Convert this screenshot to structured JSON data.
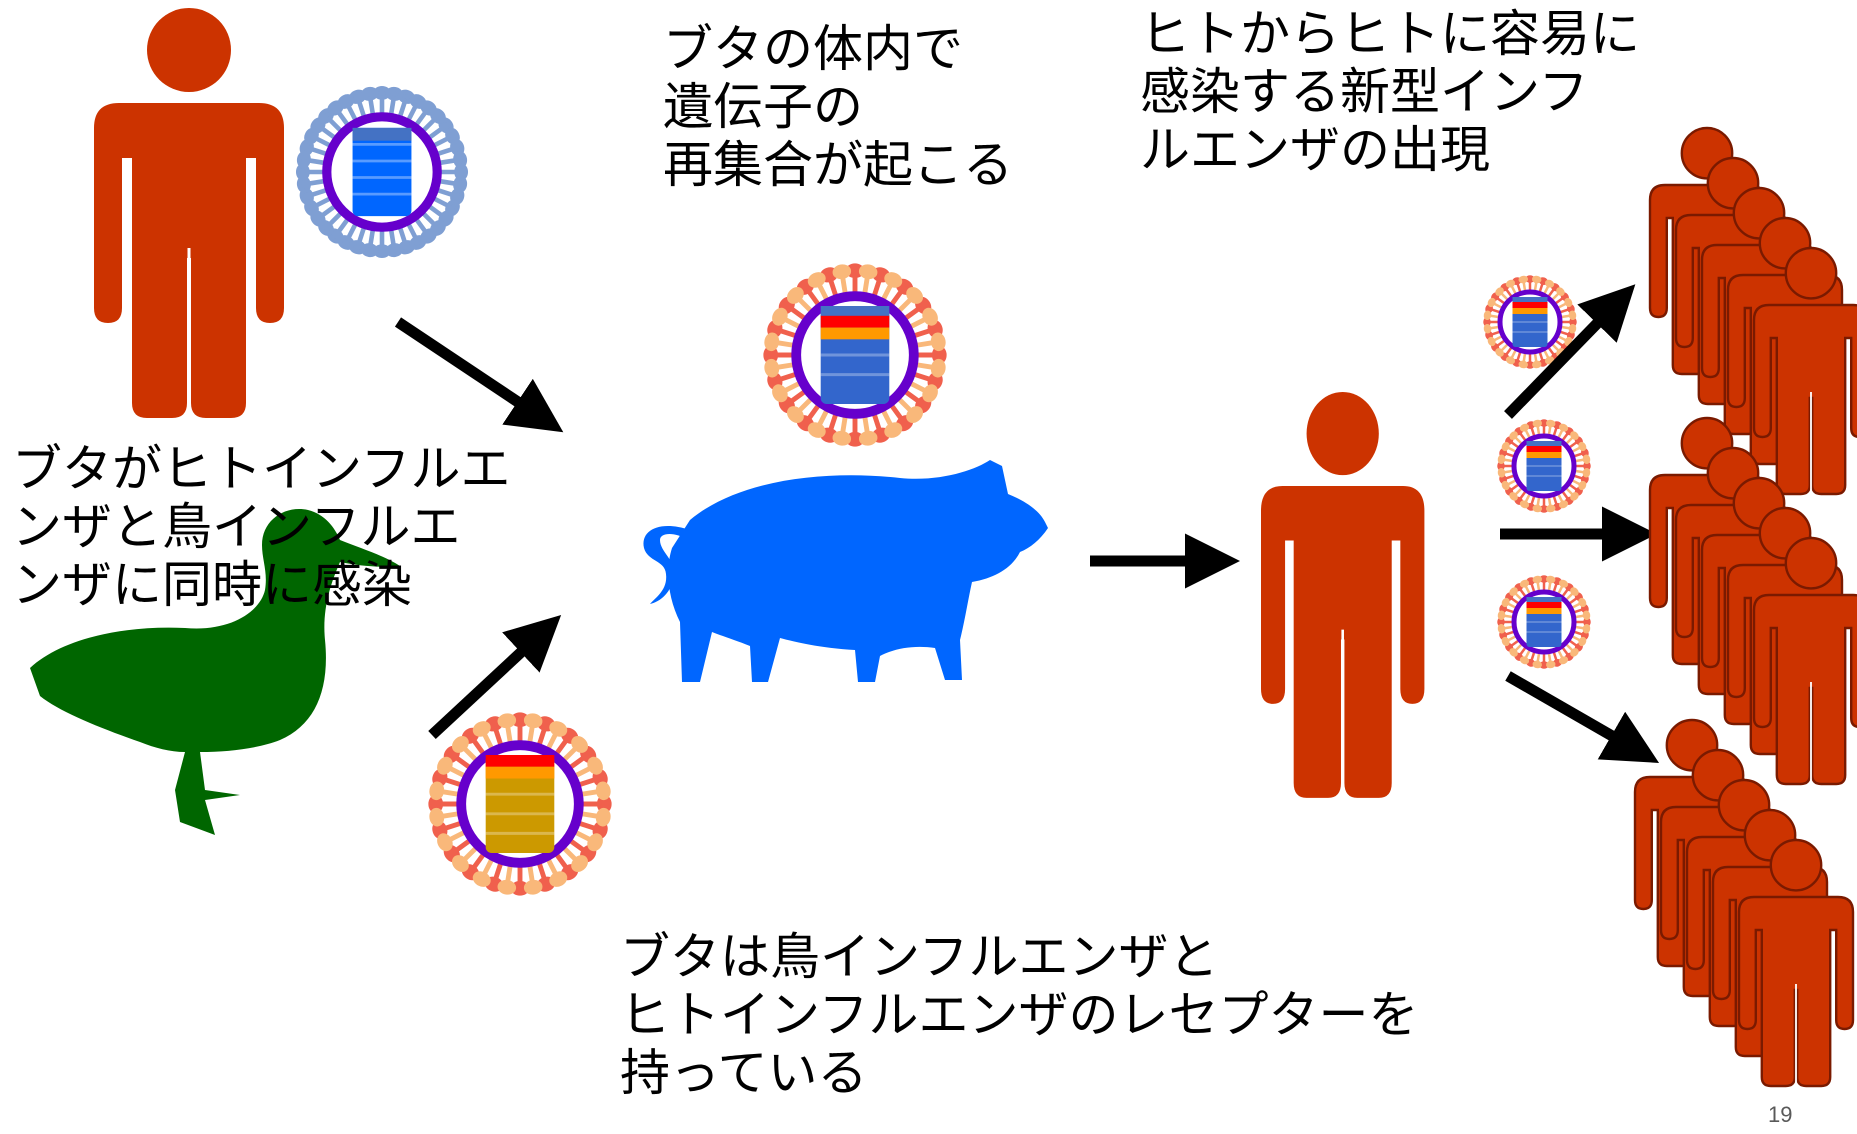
{
  "texts": {
    "reassortment": [
      "ブタの体内で",
      "遺伝子の",
      "再集合が起こる"
    ],
    "emergence": [
      "ヒトからヒトに容易に",
      "感染する新型インフ",
      "ルエンザの出現"
    ],
    "coinfection": [
      "ブタがヒトインフルエ",
      "ンザと鳥インフルエ",
      "ンザに同時に感染"
    ],
    "receptors": [
      "ブタは鳥インフルエンザと",
      "ヒトインフルエンザのレセプターを",
      "持っている"
    ]
  },
  "page_number": "19",
  "colors": {
    "human": "#CC3300",
    "pig": "#0066FF",
    "duck": "#006600",
    "arrow": "#000000",
    "virus_envelope": "#6600CC",
    "human_virus_spikes": "#7F9FD3",
    "human_virus_genome": "#0066FF",
    "avian_virus_spikes_red": "#F0604D",
    "avian_virus_spikes_orange": "#F9B87A",
    "avian_virus_genome": "#CC9900",
    "reassortant_band_red": "#FF0000",
    "reassortant_band_orange": "#FF9900",
    "reassortant_genome": "#3366CC"
  },
  "icons": [
    "human-figure-icon",
    "pig-icon",
    "duck-icon",
    "influenza-virus-icon",
    "arrow-icon",
    "crowd-icon"
  ]
}
